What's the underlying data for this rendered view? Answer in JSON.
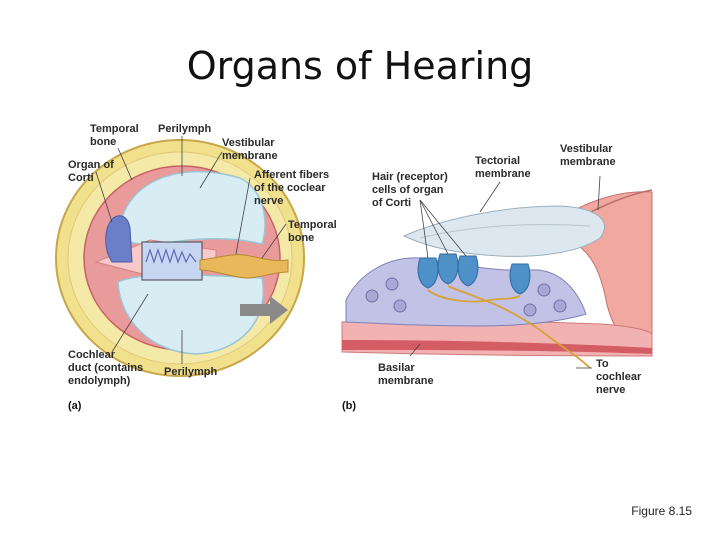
{
  "slide": {
    "title": "Organs of Hearing",
    "caption": "Figure 8.15"
  },
  "panel_a": {
    "tag": "(a)",
    "labels": {
      "temporal_bone_1": "Temporal",
      "temporal_bone_2": "bone",
      "perilymph_top": "Perilymph",
      "vestibular_1": "Vestibular",
      "vestibular_2": "membrane",
      "organ_corti_1": "Organ of",
      "organ_corti_2": "Corti",
      "afferent_1": "Afferent fibers",
      "afferent_2": "of the coclear",
      "afferent_3": "nerve",
      "temporal_right_1": "Temporal",
      "temporal_right_2": "bone",
      "cochlear_1": "Cochlear",
      "cochlear_2": "duct (contains",
      "cochlear_3": "endolymph)",
      "perilymph_bottom": "Perilymph"
    }
  },
  "panel_b": {
    "tag": "(b)",
    "labels": {
      "tectorial_1": "Tectorial",
      "tectorial_2": "membrane",
      "vestibular_1": "Vestibular",
      "vestibular_2": "membrane",
      "hair_1": "Hair (receptor)",
      "hair_2": "cells of organ",
      "hair_3": "of Corti",
      "basilar_1": "Basilar",
      "basilar_2": "membrane",
      "nerve_1": "To",
      "nerve_2": "cochlear",
      "nerve_3": "nerve"
    }
  }
}
